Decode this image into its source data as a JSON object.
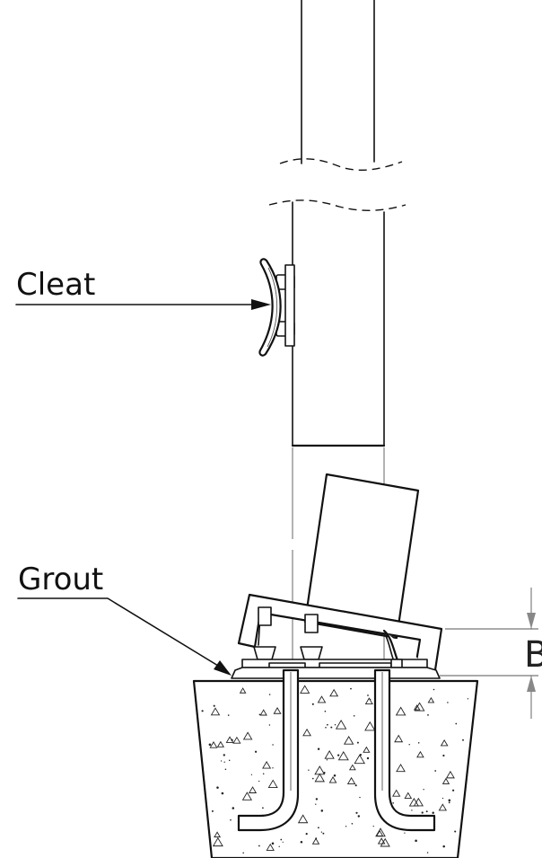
{
  "labels": {
    "cleat": "Cleat",
    "grout": "Grout",
    "dimension": "B"
  },
  "colors": {
    "line": "#111111",
    "dimension_line": "#888888",
    "background": "#ffffff"
  }
}
